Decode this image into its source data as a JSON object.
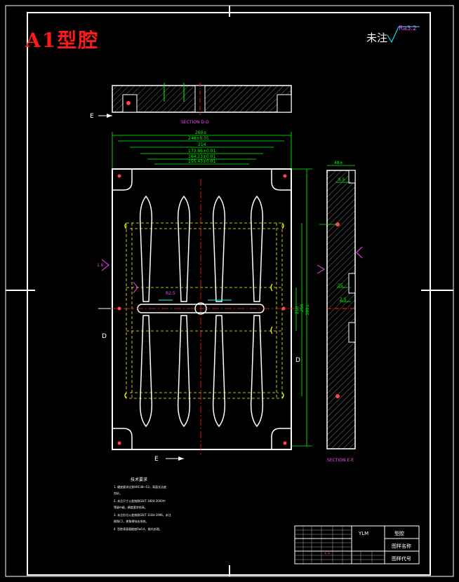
{
  "header": {
    "title": "A1型腔",
    "note": "未注",
    "roughness": "Ra3.2"
  },
  "views": {
    "top_section_label": "SECTION D-D",
    "side_section_label": "SECTION E-E",
    "cut_marker_e": "E",
    "cut_marker_d": "D"
  },
  "dimensions": {
    "width_total": "260±",
    "width_2": "248±0.01",
    "width_3": "214",
    "width_4": "173.86±0.01",
    "width_5": "164.23±0.01",
    "width_6": "155.43±0.01",
    "side_top": "48±",
    "side_2": "6.5",
    "side_3": "35",
    "side_4": "2.5",
    "ra_label": "1.6",
    "r_label": "R2.5",
    "h_labels": [
      "250",
      "210",
      "399±"
    ]
  },
  "notes": {
    "heading": "技术要求",
    "lines": [
      "1. 硬度要求达到HRC48~52，表面光洁度",
      "   良好。",
      "2. 未注尺寸公差按照GB/T 1804-2000中",
      "   等级m级，精度要求较高。",
      "3. 未注形位公差按照GB/T 1184-1996，未注",
      "   倒角C1，棱角倒钝去毛刺。",
      "4. 型腔表面粗糙度Ra0.4，抛光处理。"
    ]
  },
  "title_block": {
    "part_no": "YLM",
    "part_name": "型腔",
    "drawing_name": "图样名称",
    "drawing_code": "图样代号",
    "scale": "1:1"
  },
  "colors": {
    "outline": "#ffffff",
    "dimension": "#00ff00",
    "hidden": "#ffff00",
    "center": "#ff2020",
    "annotation": "#ff44ff",
    "flow": "#00ffff"
  }
}
